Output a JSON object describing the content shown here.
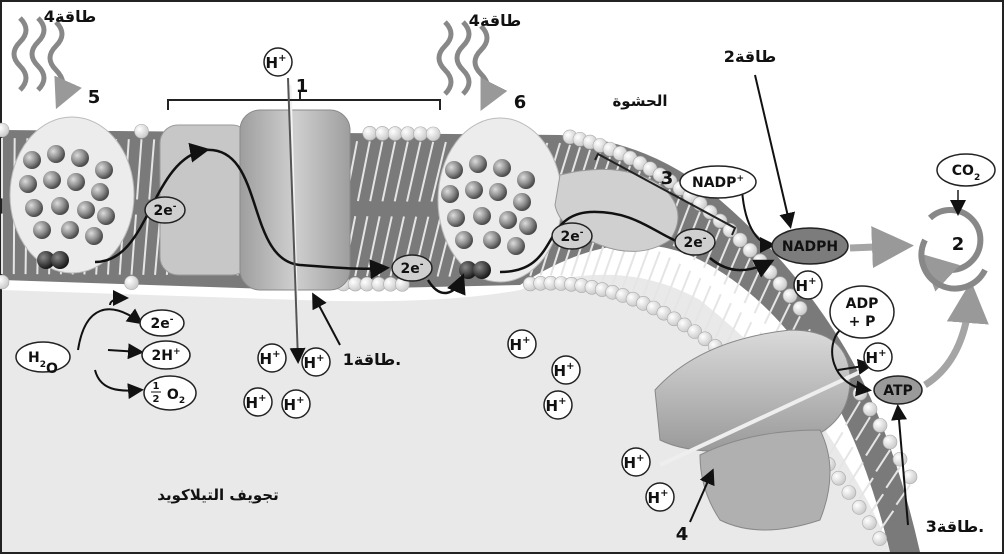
{
  "labels": {
    "light4_left": "طاقة4",
    "light4_mid": "طاقة4",
    "energy2": "طاقة2",
    "energy1": "طاقة1.",
    "energy3": "طاقة3.",
    "stroma": "الحشوة",
    "lumen": "تجويف التيلاكويد",
    "num1": "1",
    "num2": "2",
    "num3": "3",
    "num4": "4",
    "num5": "5",
    "num6": "6"
  },
  "molecules": {
    "h_plus": "H",
    "h_plus_sup": "+",
    "h2o": "H",
    "h2o_sub": "2",
    "h2o_o": "O",
    "two_e": "2e",
    "two_e_sup": "-",
    "two_h_plus": "2H",
    "half_o2_num": "1",
    "half_o2_den": "2",
    "half_o2": "O",
    "half_o2_sub": "2",
    "nadp_plus": "NADP",
    "nadph": "NADPH",
    "adp": "ADP",
    "plus_p": "+ P",
    "atp": "ATP",
    "co2": "CO",
    "co2_sub": "2"
  },
  "colors": {
    "membrane_dark": "#6a6a6a",
    "membrane_light": "#cfcfcf",
    "lumen": "#e8e8e8",
    "protein": "#b9b9b9",
    "arrow_light": "#9a9a9a",
    "text": "#111111"
  }
}
